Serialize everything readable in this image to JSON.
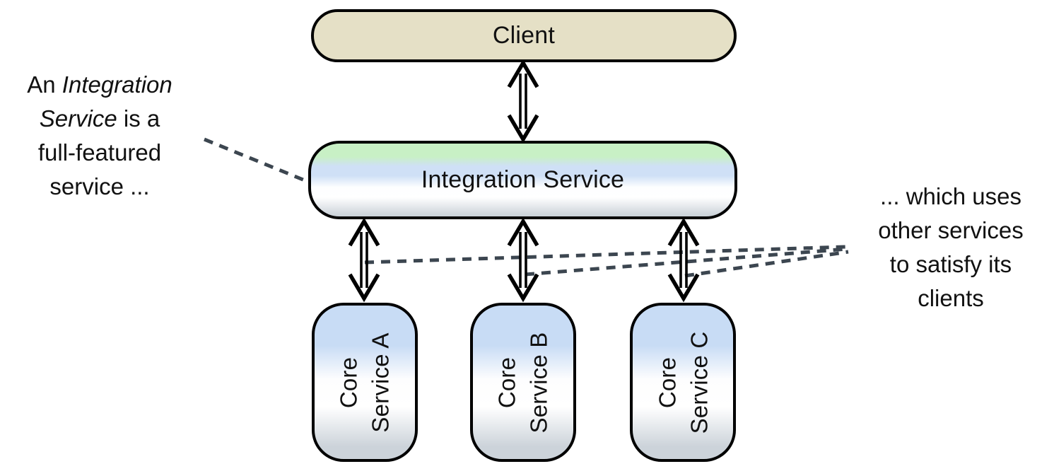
{
  "colors": {
    "client-fill": "#e5e0c6",
    "is-green": "#c8f0c5",
    "is-blue": "#cfe0f6",
    "is-gray": "#ccd3da",
    "core-blue": "#c8dcf5",
    "core-gray": "#ccd3da",
    "dash": "#3c4650",
    "arrow": "#000000",
    "border": "#000000",
    "text": "#111111"
  },
  "boxes": {
    "client": {
      "label": "Client"
    },
    "integration": {
      "label": "Integration Service"
    },
    "cores": [
      {
        "line1": "Core",
        "line2": "Service A"
      },
      {
        "line1": "Core",
        "line2": "Service B"
      },
      {
        "line1": "Core",
        "line2": "Service C"
      }
    ]
  },
  "annotations": {
    "left": {
      "p1": "An ",
      "p2": "Integration",
      "p3": "Service",
      "p4": " is a",
      "l3": "full-featured",
      "l4": "service ..."
    },
    "right": {
      "l1": "... which uses",
      "l2": "other services",
      "l3": "to satisfy its",
      "l4": "clients"
    }
  }
}
